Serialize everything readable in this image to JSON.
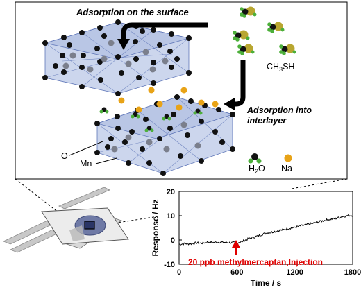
{
  "diagram": {
    "surface_label": "Adsorption on the surface",
    "interlayer_label": [
      "Adsorption into",
      "interlayer"
    ],
    "molecule_label": "CH3SH",
    "oxygen_label": "O",
    "manganese_label": "Mn",
    "water_label": "H2O",
    "sodium_label": "Na"
  },
  "colors": {
    "octahedron": "#8fa4d6",
    "octahedron_edge": "#5f76b8",
    "oxygen": "#111111",
    "manganese": "#7b7f8c",
    "sodium": "#e8a317",
    "water_h": "#4caf3a",
    "sulfur": "#b8a630",
    "annotation": "#e00000"
  },
  "chart_data": {
    "type": "line",
    "x": [
      0,
      60,
      120,
      180,
      240,
      300,
      360,
      420,
      480,
      540,
      600,
      660,
      720,
      780,
      840,
      900,
      960,
      1020,
      1080,
      1140,
      1200,
      1260,
      1320,
      1380,
      1440,
      1500,
      1560,
      1620,
      1680,
      1740,
      1800
    ],
    "y": [
      -1.8,
      -1.5,
      -1.6,
      -1.2,
      -1.3,
      -0.8,
      -1.0,
      -0.9,
      -1.0,
      -1.1,
      -1.2,
      -0.5,
      0.5,
      1.2,
      2.0,
      2.8,
      3.2,
      3.8,
      4.2,
      4.8,
      5.2,
      5.8,
      6.2,
      6.8,
      7.4,
      8.0,
      8.5,
      8.8,
      9.5,
      10.0,
      10.2
    ],
    "xlabel": "Time / s",
    "ylabel": "Response / Hz",
    "xticks": [
      0,
      600,
      1200,
      1800
    ],
    "yticks": [
      -10,
      0,
      10,
      20
    ],
    "xlim": [
      0,
      1800
    ],
    "ylim": [
      -10,
      20
    ],
    "annotation": {
      "text": "20 ppb methylmercaptan,Injection",
      "x": 600
    }
  }
}
